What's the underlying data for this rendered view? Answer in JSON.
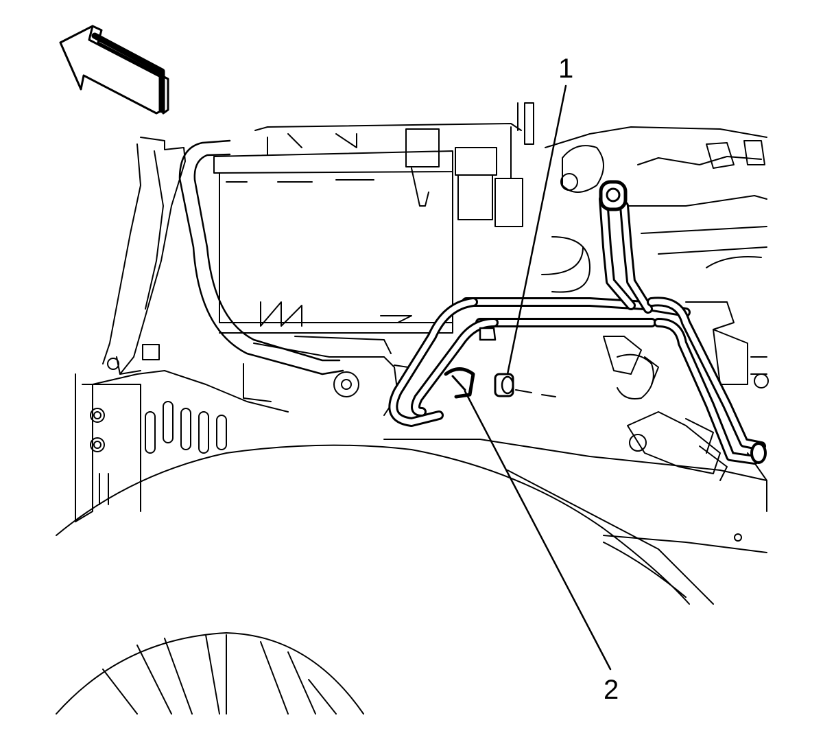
{
  "callouts": [
    {
      "label": "1",
      "refers_to": "fastener"
    },
    {
      "label": "2",
      "refers_to": "hose-clip"
    }
  ],
  "view_direction_icon": "forward-arrow-icon",
  "colors": {
    "line": "#000000",
    "background": "#ffffff"
  }
}
